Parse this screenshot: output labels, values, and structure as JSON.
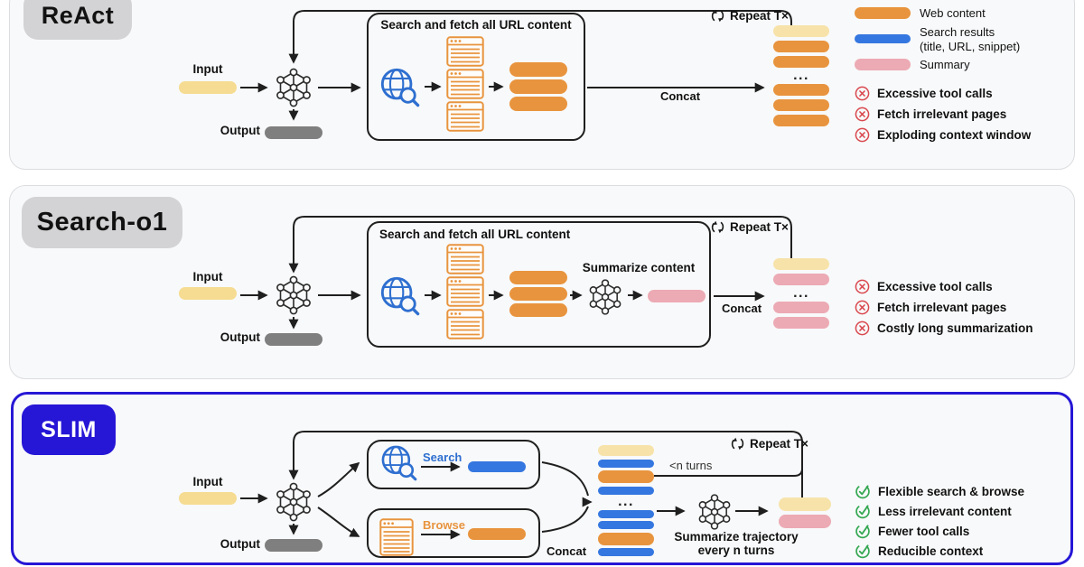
{
  "colors": {
    "orange": "#E8943E",
    "yellow": "#F5DC92",
    "yellowLight": "#F7E3AA",
    "blue": "#3577E0",
    "pink": "#ECAAB4",
    "grayBar": "#7F7F7F",
    "labelBg": "#D3D3D5",
    "slimBlue": "#2617D6",
    "red": "#D9484F",
    "green": "#35A853",
    "panelBg": "#F8F9FA",
    "panelBorder": "#DCDDE0",
    "line": "#1F1F1F",
    "globeBlue": "#2E6FD0",
    "text": "#111111"
  },
  "ellipsis": "...",
  "legend": {
    "items": [
      {
        "label": "Web content"
      },
      {
        "line1": "Search results",
        "line2": "(title, URL, snippet)"
      },
      {
        "label": "Summary"
      }
    ]
  },
  "react": {
    "title": "ReAct",
    "input_label": "Input",
    "output_label": "Output",
    "box_title": "Search and fetch all URL content",
    "concat_label": "Concat",
    "repeat_label": "Repeat T×",
    "inner_bars": [
      "orange",
      "orange",
      "orange"
    ],
    "stack": [
      "yellowLight",
      "orange",
      "orange",
      "ellipsis",
      "orange",
      "orange",
      "orange"
    ],
    "issues": [
      {
        "label": "Excessive tool calls"
      },
      {
        "label": "Fetch irrelevant pages"
      },
      {
        "label": "Exploding context window"
      }
    ]
  },
  "searcho1": {
    "title": "Search-o1",
    "input_label": "Input",
    "output_label": "Output",
    "box_title": "Search and fetch all URL content",
    "summarize_label": "Summarize content",
    "concat_label": "Concat",
    "repeat_label": "Repeat T×",
    "inner_bars": [
      "orange",
      "orange",
      "orange"
    ],
    "stack": [
      "yellowLight",
      "pink",
      "ellipsis",
      "pink",
      "pink"
    ],
    "issues": [
      {
        "label": "Excessive tool calls"
      },
      {
        "label": "Fetch irrelevant pages"
      },
      {
        "label": "Costly long summarization"
      }
    ]
  },
  "slim": {
    "title": "SLIM",
    "input_label": "Input",
    "output_label": "Output",
    "search_label": "Search",
    "browse_label": "Browse",
    "concat_label": "Concat",
    "repeat_label": "Repeat T×",
    "n_turns_label": "<n turns",
    "summarize_line1": "Summarize trajectory",
    "summarize_line2": "every n turns",
    "concat_stack": [
      "yellowLight",
      "blue",
      "orange",
      "blue",
      "ellipsis",
      "blue",
      "blue",
      "orange",
      "blue"
    ],
    "summary_stack": [
      "yellowLight",
      "pink"
    ],
    "benefits": [
      {
        "label": "Flexible search & browse"
      },
      {
        "label": "Less irrelevant content"
      },
      {
        "label": "Fewer tool calls"
      },
      {
        "label": "Reducible context"
      }
    ]
  }
}
